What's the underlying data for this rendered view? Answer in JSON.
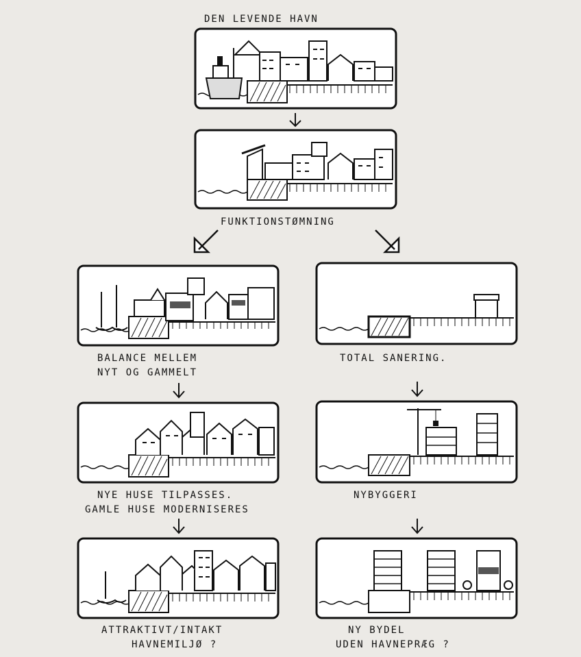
{
  "title": "DEN LEVENDE HAVN",
  "split_label": "FUNKTIONSTØMNING",
  "left_branch": {
    "step1": {
      "line1": "BALANCE MELLEM",
      "line2": "NYT OG GAMMELT"
    },
    "step2": {
      "line1": "NYE HUSE TILPASSES.",
      "line2": "GAMLE HUSE MODERNISERES"
    },
    "step3": {
      "line1": "ATTRAKTIVT/INTAKT",
      "line2": "HAVNEMILJØ ?"
    }
  },
  "right_branch": {
    "step1": {
      "line1": "TOTAL SANERING."
    },
    "step2": {
      "line1": "NYBYGGERI"
    },
    "step3": {
      "line1": "NY BYDEL",
      "line2": "UDEN HAVNEPRÆG ?"
    }
  },
  "colors": {
    "ink": "#111111",
    "paper": "#ffffff",
    "background": "#eceae6"
  }
}
